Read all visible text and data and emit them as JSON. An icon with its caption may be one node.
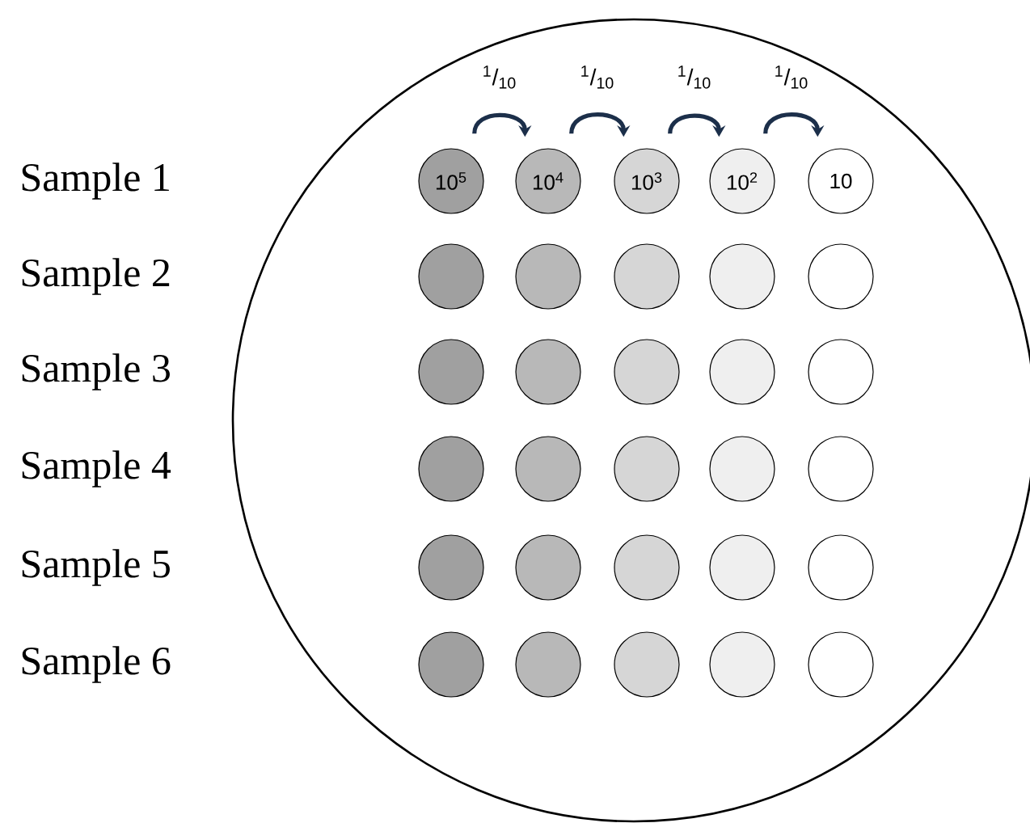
{
  "diagram": {
    "nodes": [
      {
        "text": [],
        "shape": "circle"
      },
      {
        "text": [
          "10$^{5}$"
        ],
        "in": 0
      },
      {
        "text": [
          "10$^{4}$"
        ],
        "in": 0
      },
      {
        "text": [
          "10$^{3}$"
        ],
        "in": 0
      },
      {
        "text": [
          "10$^{2}$"
        ],
        "in": 0
      },
      {
        "text": [
          "10"
        ],
        "in": 0
      },
      {
        "text": [],
        "shape": "circle",
        "in": 0
      },
      {
        "text": [],
        "shape": "circle",
        "in": 0
      },
      {
        "text": [],
        "shape": "circle",
        "in": 0
      },
      {
        "text": [],
        "shape": "circle",
        "in": 0
      },
      {
        "text": [],
        "shape": "circle",
        "in": 0
      },
      {
        "text": [],
        "shape": "circle",
        "in": 0
      },
      {
        "text": [],
        "shape": "circle",
        "in": 0
      },
      {
        "text": [],
        "shape": "circle",
        "in": 0
      },
      {
        "text": [],
        "shape": "circle",
        "in": 0
      },
      {
        "text": [],
        "shape": "circle",
        "in": 0
      },
      {
        "text": [],
        "shape": "circle",
        "in": 0
      },
      {
        "text": [],
        "shape": "circle",
        "in": 0
      },
      {
        "text": [],
        "shape": "circle",
        "in": 0
      },
      {
        "text": [],
        "shape": "circle",
        "in": 0
      },
      {
        "text": [],
        "shape": "circle",
        "in": 0
      },
      {
        "text": [],
        "shape": "circle",
        "in": 0
      },
      {
        "text": [],
        "shape": "circle",
        "in": 0
      },
      {
        "text": [],
        "shape": "circle",
        "in": 0
      },
      {
        "text": [],
        "shape": "circle",
        "in": 0
      },
      {
        "text": [],
        "shape": "circle",
        "in": 0
      },
      {
        "text": [],
        "shape": "circle",
        "in": 0
      },
      {
        "text": [],
        "shape": "circle",
        "in": 0
      },
      {
        "text": [],
        "shape": "circle",
        "in": 0
      },
      {
        "text": [],
        "shape": "circle",
        "in": 0
      },
      {
        "text": [],
        "shape": "circle",
        "in": 0
      }
    ],
    "edges": [
      {
        "from": 1,
        "to": 2,
        "arrow": "to",
        "label": "$^{1}$/$_{10}$"
      },
      {
        "from": 2,
        "to": 3,
        "arrow": "to",
        "label": "$^{1}$/$_{10}$"
      },
      {
        "from": 3,
        "to": 4,
        "arrow": "to",
        "label": "$^{1}$/$_{10}$"
      },
      {
        "from": 4,
        "to": 5,
        "arrow": "to",
        "label": "$^{1}$/$_{10}$"
      }
    ],
    "labels": [
      "Sample 1",
      "Sample 2",
      "Sample 3",
      "Sample 4",
      "Sample 5",
      "Sample 6"
    ]
  }
}
